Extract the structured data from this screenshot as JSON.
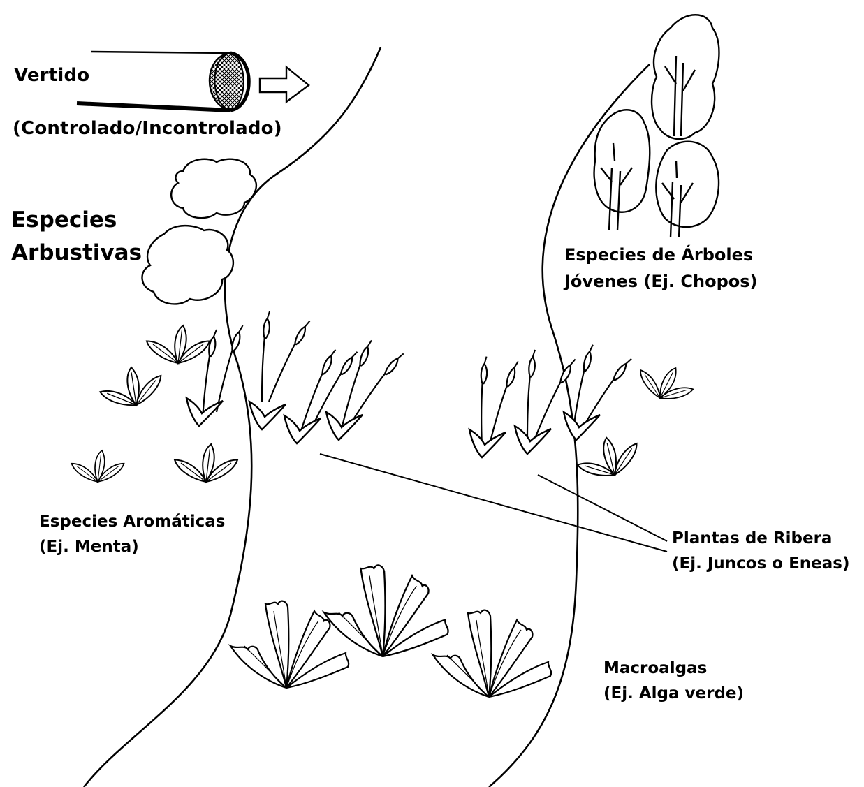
{
  "labels": {
    "vertido": "Vertido",
    "vertido_tipo": "(Controlado/Incontrolado)",
    "arbustivas_1": "Especies",
    "arbustivas_2": "Arbustivas",
    "arboles_1": "Especies de Árboles",
    "arboles_2": "Jóvenes (Ej. Chopos)",
    "aromaticas_1": "Especies Aromáticas",
    "aromaticas_2": "(Ej. Menta)",
    "ribera_1": "Plantas de Ribera",
    "ribera_2": "(Ej. Juncos o Eneas)",
    "macroalgas_1": "Macroalgas",
    "macroalgas_2": "(Ej. Alga verde)"
  },
  "colors": {
    "ink": "#000000",
    "background": "#ffffff"
  }
}
